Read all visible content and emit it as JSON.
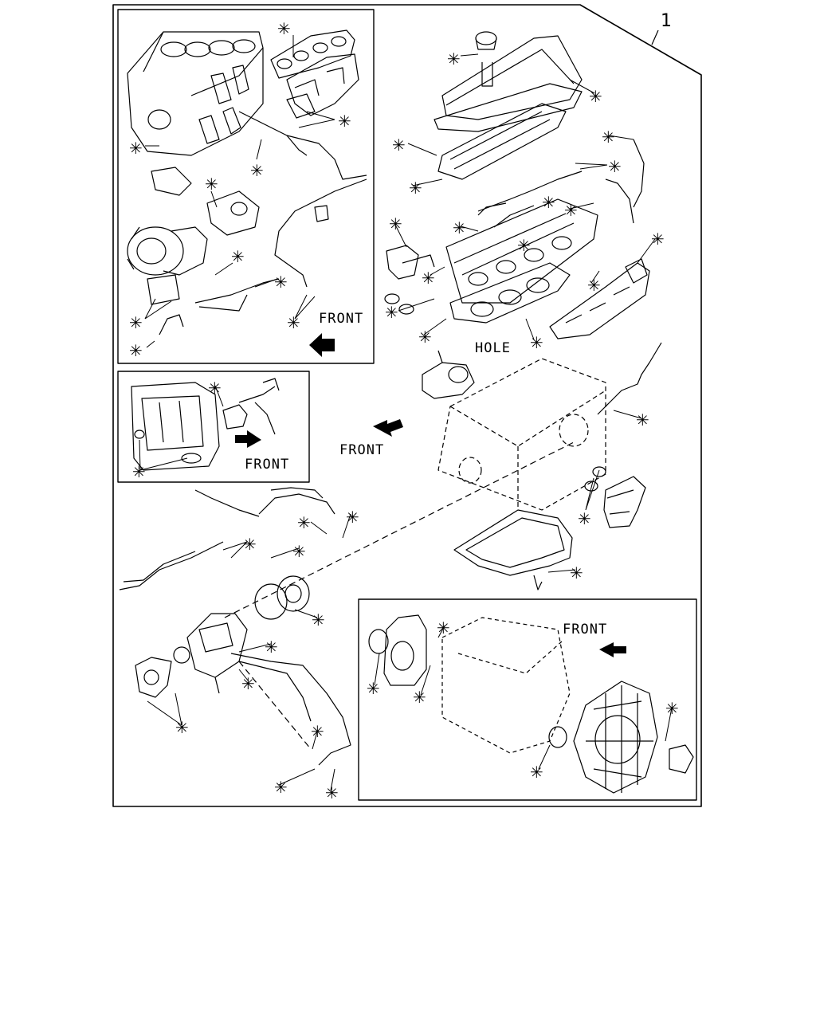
{
  "diagram": {
    "callout_number": "1",
    "labels": {
      "front_1": "FRONT",
      "hole": "HOLE",
      "front_2": "FRONT",
      "front_3": "FRONT",
      "front_4": "FRONT"
    },
    "marker_symbol": "✳",
    "colors": {
      "line": "#000000",
      "background": "#ffffff"
    }
  }
}
